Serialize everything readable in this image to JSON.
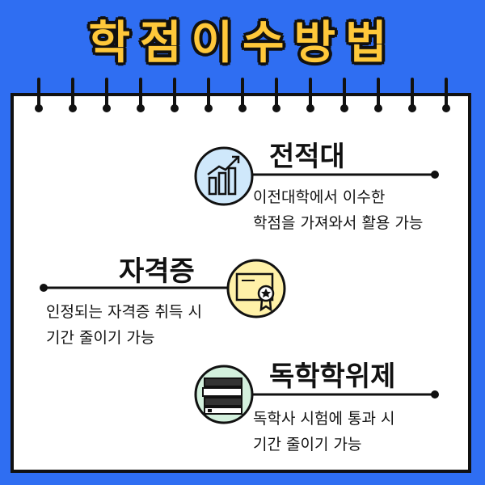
{
  "title": "학점이수방법",
  "colors": {
    "background": "#2f6ef2",
    "accent": "#ffc83a",
    "ink": "#111111",
    "icon_bg_blue": "#cfe8fb",
    "icon_bg_yellow": "#fff1a8",
    "icon_bg_green": "#d3f0dd"
  },
  "items": [
    {
      "heading": "전적대",
      "icon": "growth-chart-icon",
      "desc_line1": "이전대학에서 이수한",
      "desc_line2": "학점을 가져와서 활용 가능"
    },
    {
      "heading": "자격증",
      "icon": "certificate-icon",
      "desc_line1": "인정되는 자격증 취득 시",
      "desc_line2": "기간 줄이기 가능"
    },
    {
      "heading": "독학학위제",
      "icon": "books-icon",
      "desc_line1": "독학사 시험에 통과 시",
      "desc_line2": "기간 줄이기 가능"
    }
  ]
}
